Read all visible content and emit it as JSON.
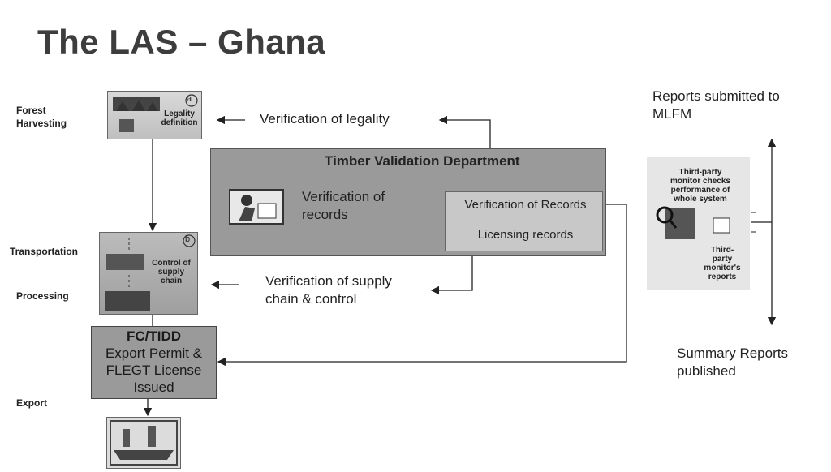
{
  "title": "The LAS – Ghana",
  "stages": {
    "forest_harvesting": "Forest\nHarvesting",
    "transportation": "Transportation",
    "processing": "Processing",
    "export": "Export"
  },
  "box_a": {
    "letter": "a",
    "label": "Legality\ndefinition"
  },
  "box_b": {
    "letter": "b",
    "label": "Control of\nsupply\nchain"
  },
  "verification_of_legality": "Verification of legality",
  "verification_of_supply_chain": "Verification of supply\nchain & control",
  "tvd": {
    "title": "Timber Validation Department",
    "verification_of_records": "Verification of\nrecords",
    "records_line_1": "Verification of Records",
    "records_line_2": "Licensing records"
  },
  "fc_box": {
    "heading": "FC/TIDD",
    "body": "Export Permit &\nFLEGT License\nIssued"
  },
  "third_party": {
    "top_text": "Third-party\nmonitor checks\nperformance of\nwhole system",
    "bottom_text": "Third-\nparty\nmonitor's\nreports"
  },
  "reports_submitted": "Reports submitted to\nMLFM",
  "summary_reports": "Summary Reports\npublished"
}
